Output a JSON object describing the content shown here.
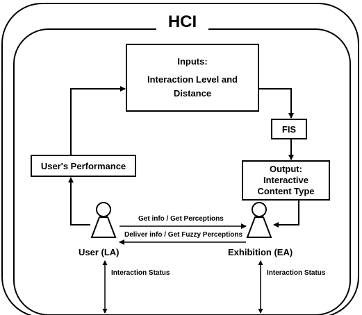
{
  "diagram": {
    "title": "HCI",
    "inputs_box": {
      "line1": "Inputs:",
      "line2": "Interaction Level and",
      "line3": "Distance"
    },
    "fis_box": {
      "label": "FIS"
    },
    "output_box": {
      "line1": "Output:",
      "line2": "Interactive",
      "line3": "Content Type"
    },
    "performance_box": {
      "label": "User's Performance"
    },
    "user": {
      "label": "User (LA)"
    },
    "exhibition": {
      "label": "Exhibition (EA)"
    },
    "arrows": {
      "top_label": "Get info / Get Perceptions",
      "bottom_label": "Deliver info / Get Fuzzy Perceptions",
      "left_status": "Interaction Status",
      "right_status": "Interaction Status"
    }
  }
}
